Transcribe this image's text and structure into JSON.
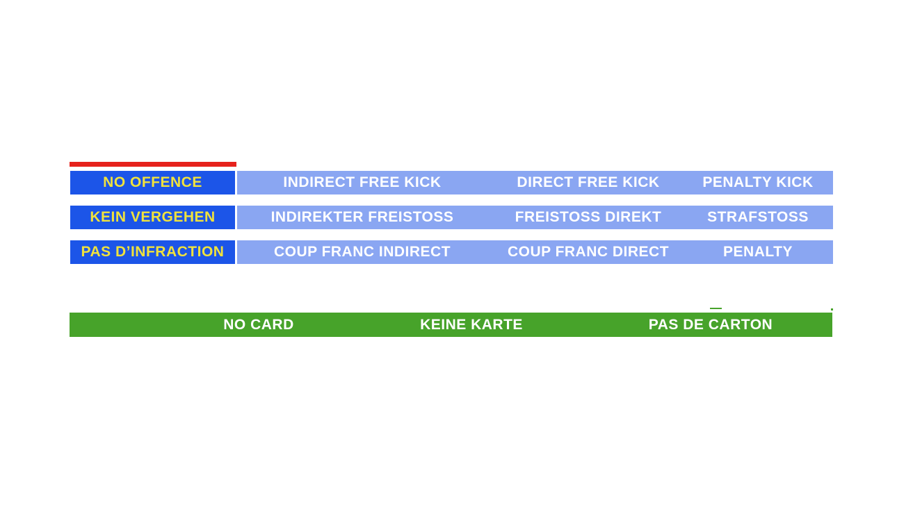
{
  "palette": {
    "background": "#ffffff",
    "red_bar": "#e6221c",
    "dark_blue": "#1c55e8",
    "light_blue": "#8aa6f2",
    "yellow_text": "#f0e23c",
    "white_text": "#ffffff",
    "green": "#47a32a"
  },
  "sanction_table": {
    "rows": [
      {
        "language": "english",
        "no_offence": "NO OFFENCE",
        "cells": [
          "INDIRECT FREE KICK",
          "DIRECT FREE KICK",
          "PENALTY KICK"
        ]
      },
      {
        "language": "german",
        "no_offence": "KEIN VERGEHEN",
        "cells": [
          "INDIREKTER FREISTOSS",
          "FREISTOSS DIREKT",
          "STRAFSTOSS"
        ]
      },
      {
        "language": "french",
        "no_offence": "PAS D’INFRACTION",
        "cells": [
          "COUP FRANC INDIRECT",
          "COUP FRANC DIRECT",
          "PENALTY"
        ]
      }
    ]
  },
  "card_bar": {
    "labels": [
      "NO CARD",
      "KEINE KARTE",
      "PAS DE CARTON"
    ]
  }
}
